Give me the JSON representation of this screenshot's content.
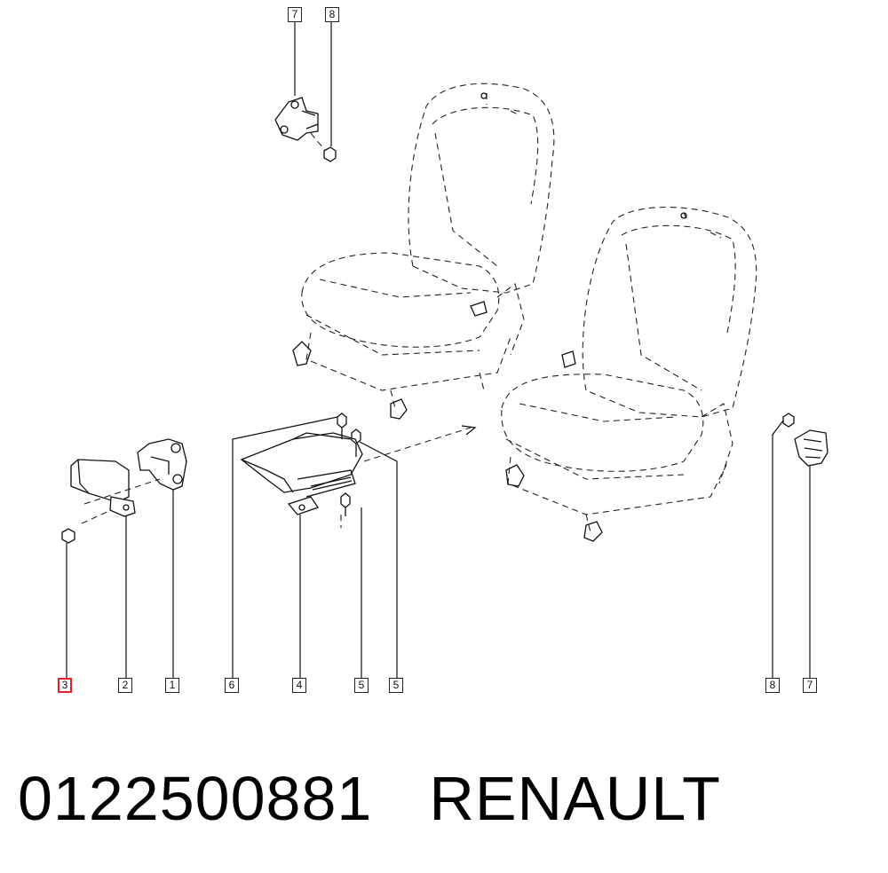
{
  "footer": {
    "part_number": "0122500881",
    "brand": "RENAULT"
  },
  "callouts": {
    "top_7": "7",
    "top_8": "8",
    "c3": "3",
    "c2": "2",
    "c1": "1",
    "c6": "6",
    "c4": "4",
    "c5a": "5",
    "c5b": "5",
    "c8": "8",
    "c7": "7"
  },
  "colors": {
    "line": "#111111",
    "selected_highlight": "#e8202a",
    "background": "#ffffff"
  }
}
